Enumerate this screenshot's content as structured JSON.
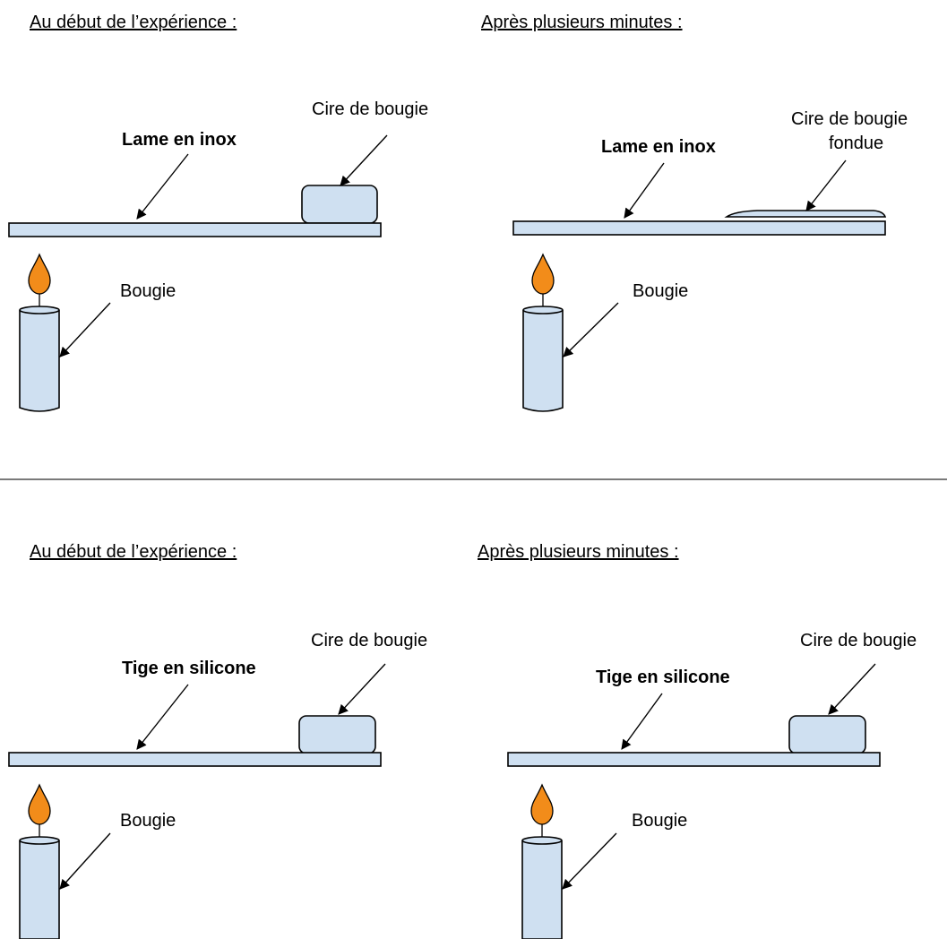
{
  "experiments": [
    {
      "before": {
        "heading": "Au début de l’expérience :",
        "rod_label": "Lame en inox",
        "wax_label": "Cire de bougie",
        "candle_label": "Bougie"
      },
      "after": {
        "heading": "Après plusieurs minutes :",
        "rod_label": "Lame en inox",
        "wax_label_line1": "Cire de bougie",
        "wax_label_line2": "fondue",
        "candle_label": "Bougie",
        "wax_state": "melted"
      }
    },
    {
      "before": {
        "heading": "Au début de l’expérience :",
        "rod_label": "Tige en silicone",
        "wax_label": "Cire de bougie",
        "candle_label": "Bougie"
      },
      "after": {
        "heading": "Après plusieurs minutes :",
        "rod_label": "Tige en silicone",
        "wax_label": "Cire de bougie",
        "candle_label": "Bougie",
        "wax_state": "solid"
      }
    }
  ],
  "colors": {
    "object_fill": "#cfe0f1",
    "flame": "#f28c1a",
    "divider": "#7a7a7a"
  }
}
